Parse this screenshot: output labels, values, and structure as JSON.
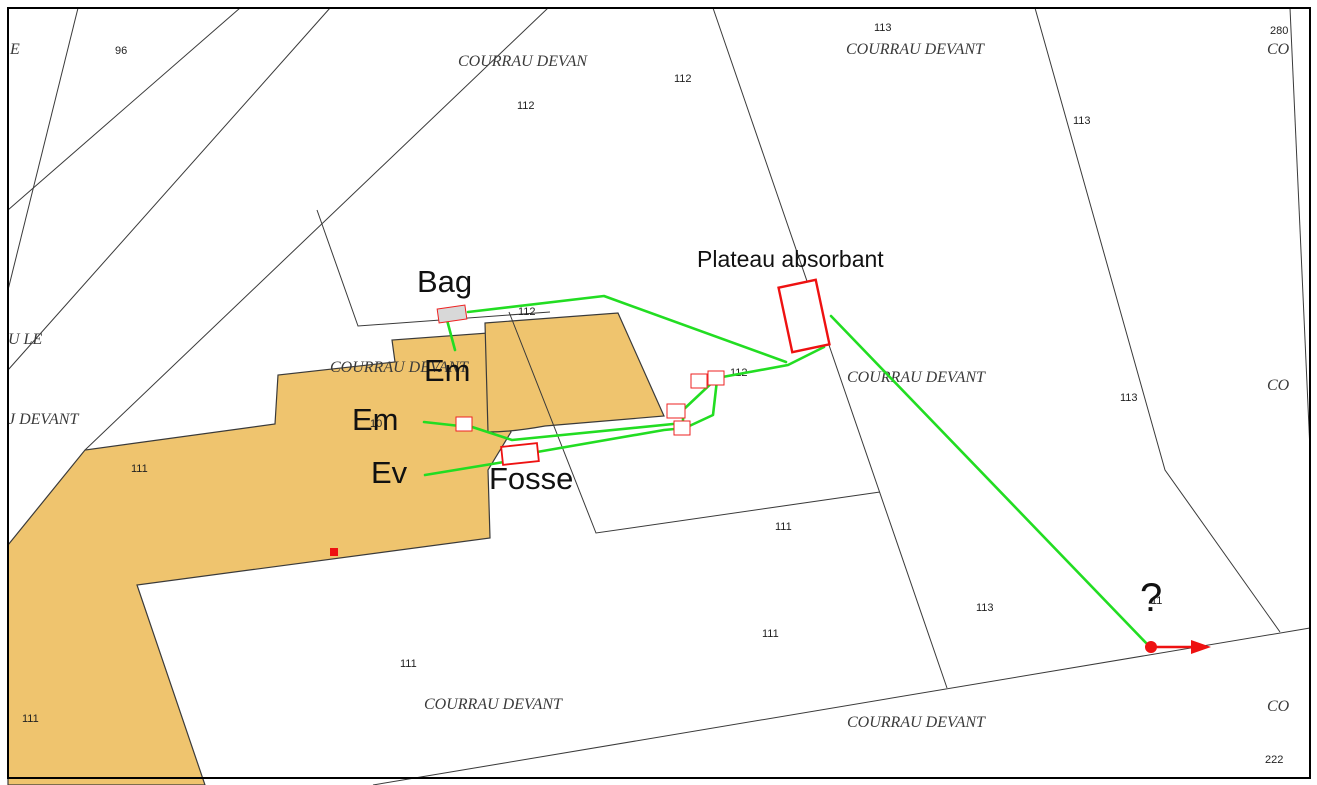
{
  "lieux_dits": [
    {
      "text": "E",
      "id": "e-partial"
    },
    {
      "text": "COURRAU DEVAN",
      "id": "top-left"
    },
    {
      "text": "COURRAU DEVANT",
      "id": "top-right"
    },
    {
      "text": "CO",
      "id": "top-far-right"
    },
    {
      "text": "U LE",
      "id": "left-ule"
    },
    {
      "text": "COURRAU DEVANT",
      "id": "under-building"
    },
    {
      "text": "COURRAU DEVANT",
      "id": "middle-right"
    },
    {
      "text": "CO",
      "id": "middle-far-right"
    },
    {
      "text": "J DEVANT",
      "id": "left-devant"
    },
    {
      "text": "COURRAU DEVANT",
      "id": "bottom-left"
    },
    {
      "text": "COURRAU DEVANT",
      "id": "bottom-right"
    },
    {
      "text": "CO",
      "id": "bottom-far-right"
    }
  ],
  "parcel_numbers": [
    "96",
    "112",
    "112",
    "113",
    "280",
    "113",
    "112",
    "112",
    "113",
    "10",
    "111",
    "111",
    "111",
    "113",
    "11",
    "111",
    "111",
    "222"
  ],
  "annotations": {
    "bag": "Bag",
    "plateau": "Plateau absorbant",
    "em_upper": "Em",
    "em_lower": "Em",
    "ev": "Ev",
    "fosse": "Fosse",
    "unknown": "?"
  },
  "colors": {
    "building": "#efc46e",
    "pipe": "#22dd22",
    "equipment": "#ee1111"
  }
}
